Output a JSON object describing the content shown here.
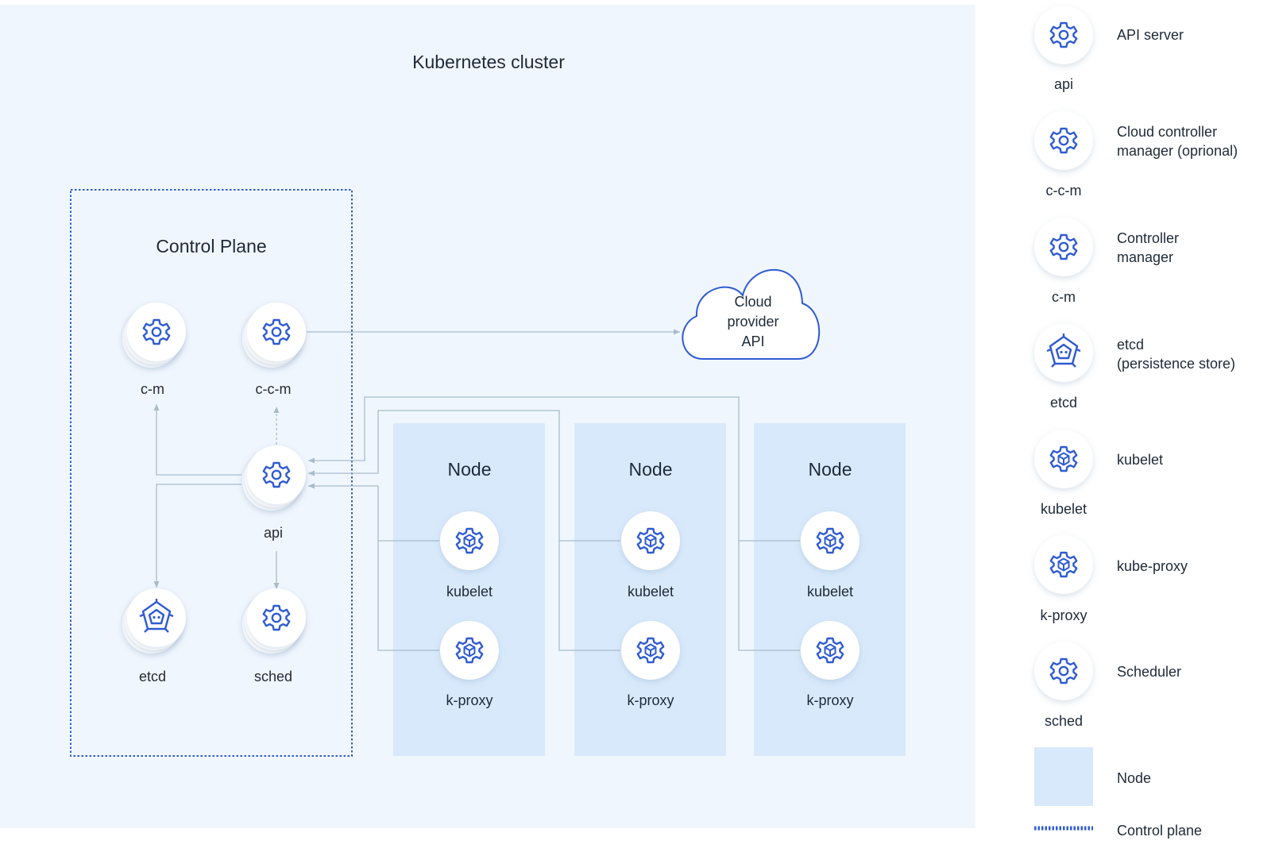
{
  "cluster": {
    "title": "Kubernetes cluster"
  },
  "control_plane": {
    "title": "Control Plane",
    "components": {
      "cm": "c-m",
      "ccm": "c-c-m",
      "api": "api",
      "etcd": "etcd",
      "sched": "sched"
    }
  },
  "cloud": {
    "lines": [
      "Cloud",
      "provider",
      "API"
    ]
  },
  "nodes": [
    {
      "title": "Node",
      "kubelet": "kubelet",
      "kproxy": "k-proxy"
    },
    {
      "title": "Node",
      "kubelet": "kubelet",
      "kproxy": "k-proxy"
    },
    {
      "title": "Node",
      "kubelet": "kubelet",
      "kproxy": "k-proxy"
    }
  ],
  "legend": {
    "items": [
      {
        "icon": "gear-icon",
        "short": "api",
        "desc": [
          "API server"
        ]
      },
      {
        "icon": "gear-icon",
        "short": "c-c-m",
        "desc": [
          "Cloud controller",
          "manager (oprional)"
        ]
      },
      {
        "icon": "gear-icon",
        "short": "c-m",
        "desc": [
          "Controller",
          "manager"
        ]
      },
      {
        "icon": "etcd-icon",
        "short": "etcd",
        "desc": [
          "etcd",
          "(persistence store)"
        ]
      },
      {
        "icon": "cube-gear-icon",
        "short": "kubelet",
        "desc": [
          "kubelet"
        ]
      },
      {
        "icon": "cube-gear-icon",
        "short": "k-proxy",
        "desc": [
          "kube-proxy"
        ]
      },
      {
        "icon": "gear-icon",
        "short": "sched",
        "desc": [
          "Scheduler"
        ]
      }
    ],
    "node_label": "Node",
    "control_plane_label": "Control plane"
  },
  "colors": {
    "cluster_bg": "#f0f6fe",
    "node_bg": "#d8e9fb",
    "accent": "#2f5bd3",
    "connector": "#a8bccb"
  }
}
